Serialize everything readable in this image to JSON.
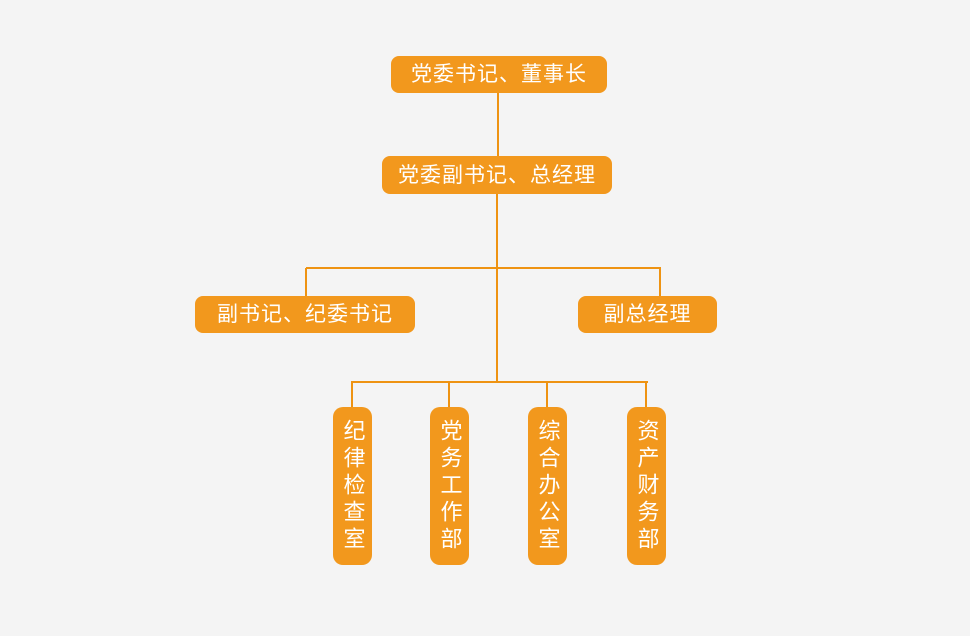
{
  "colors": {
    "box_fill": "#f2981d",
    "line": "#ee9312",
    "text": "#ffffff",
    "background": "#f4f4f4"
  },
  "org_chart": {
    "root": {
      "label": "党委书记、董事长"
    },
    "level2": {
      "label": "党委副书记、总经理"
    },
    "level3": [
      {
        "label": "副书记、纪委书记"
      },
      {
        "label": "副总经理"
      }
    ],
    "departments": [
      {
        "label": "纪律检查室"
      },
      {
        "label": "党务工作部"
      },
      {
        "label": "综合办公室"
      },
      {
        "label": "资产财务部"
      }
    ]
  }
}
